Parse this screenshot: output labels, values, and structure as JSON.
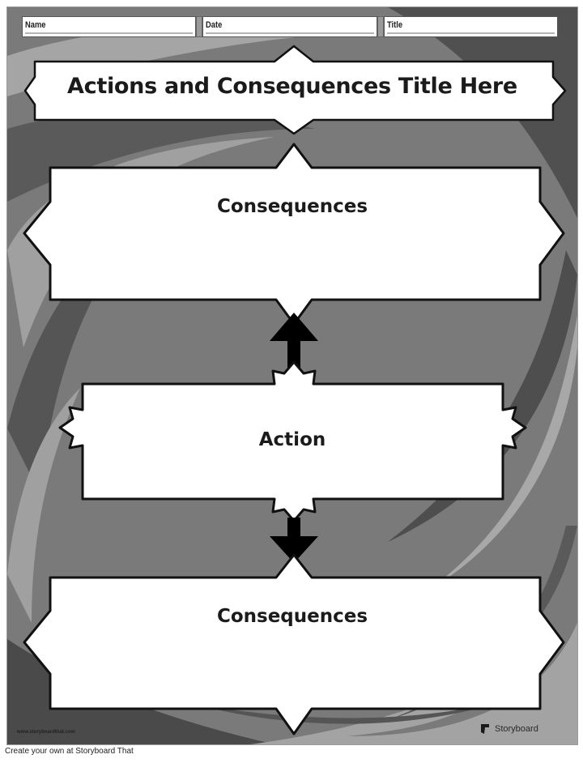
{
  "header": {
    "fields": [
      {
        "label": "Name"
      },
      {
        "label": "Date"
      },
      {
        "label": "Title"
      }
    ]
  },
  "worksheet": {
    "title": "Actions and Consequences Title Here",
    "top_box": {
      "label": "Consequences"
    },
    "middle_box": {
      "label": "Action"
    },
    "bottom_box": {
      "label": "Consequences"
    },
    "arrows": [
      {
        "direction": "up",
        "from": "Action",
        "to": "Consequences"
      },
      {
        "direction": "down",
        "from": "Action",
        "to": "Consequences"
      }
    ]
  },
  "branding": {
    "url": "www.storyboardthat.com",
    "logo_text": "Storyboard"
  },
  "footer": {
    "text": "Create your own at Storyboard That"
  },
  "colors": {
    "background_mid": "#7a7a7a",
    "background_dark": "#505050",
    "background_light": "#a8a8a8",
    "box_fill": "#ffffff",
    "outline": "#111111"
  }
}
